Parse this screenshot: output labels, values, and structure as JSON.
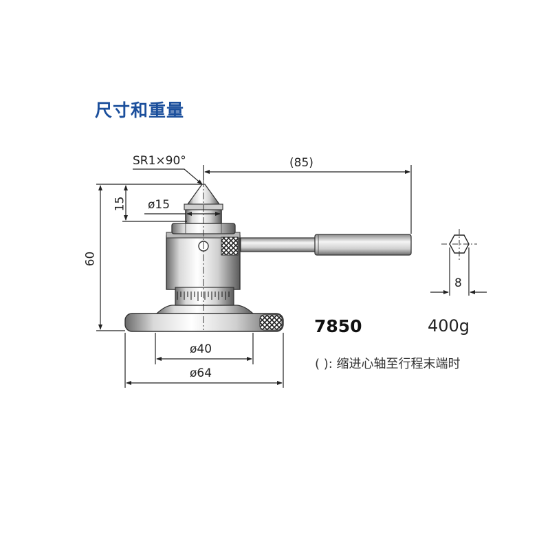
{
  "title": "尺寸和重量",
  "dimensions": {
    "tip_radius_angle": "SR1×90°",
    "handle_length": "(85)",
    "tip_height": "15",
    "tip_diameter": "ø15",
    "total_height": "60",
    "hex_width": "8",
    "inner_base_diameter": "ø40",
    "base_diameter": "ø64"
  },
  "spec": {
    "model": "7850",
    "weight": "400g"
  },
  "note": "( ): 缩进心轴至行程末端时",
  "colors": {
    "title": "#1b4f9c",
    "line": "#222222",
    "body_light": "#ededed",
    "body_dark": "#6e6e6e"
  }
}
